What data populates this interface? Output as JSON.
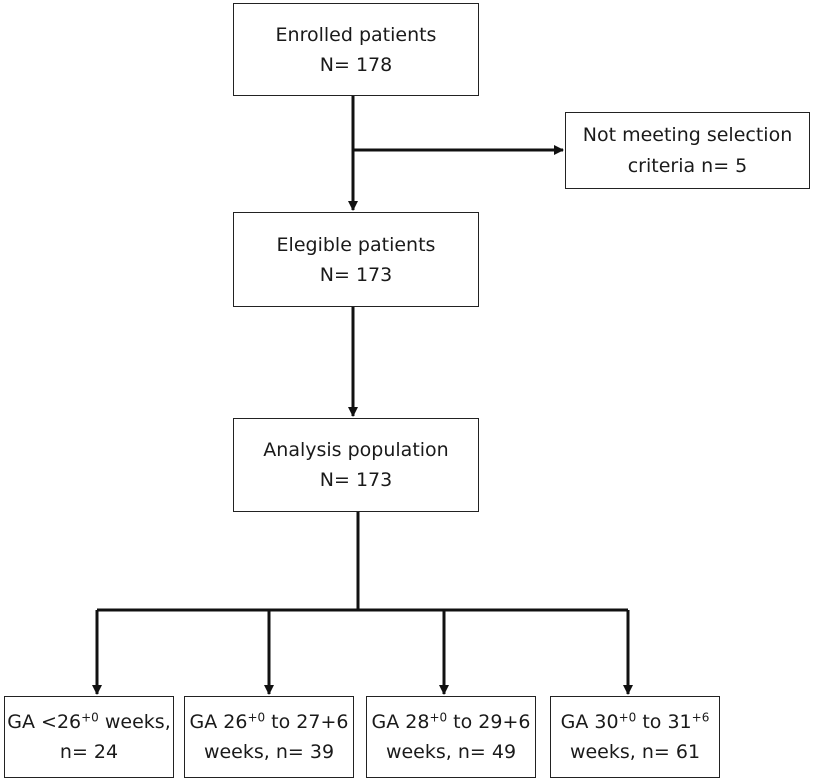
{
  "flow": {
    "enrolled": {
      "title": "Enrolled patients",
      "count": "N= 178"
    },
    "excluded": {
      "title": "Not meeting selection",
      "count": "criteria n= 5"
    },
    "eligible": {
      "title": "Elegible patients",
      "count": "N= 173"
    },
    "analysis": {
      "title": "Analysis population",
      "count": "N= 173"
    },
    "groups": [
      {
        "pre": "GA <26",
        "sup1": "+0",
        "mid": " weeks,",
        "sup2": "",
        "post": "",
        "count": "n= 24"
      },
      {
        "pre": "GA 26",
        "sup1": "+0",
        "mid": " to 27+6",
        "sup2": "",
        "post": "",
        "count": "weeks, n= 39"
      },
      {
        "pre": "GA 28",
        "sup1": "+0",
        "mid": " to 29+6",
        "sup2": "",
        "post": "",
        "count": "weeks, n= 49"
      },
      {
        "pre": "GA 30",
        "sup1": "+0",
        "mid": " to 31",
        "sup2": "+6",
        "post": "",
        "count": "weeks, n= 61"
      }
    ]
  },
  "colors": {
    "line": "#111111",
    "box_border": "#222222",
    "text": "#1a1a1a"
  }
}
